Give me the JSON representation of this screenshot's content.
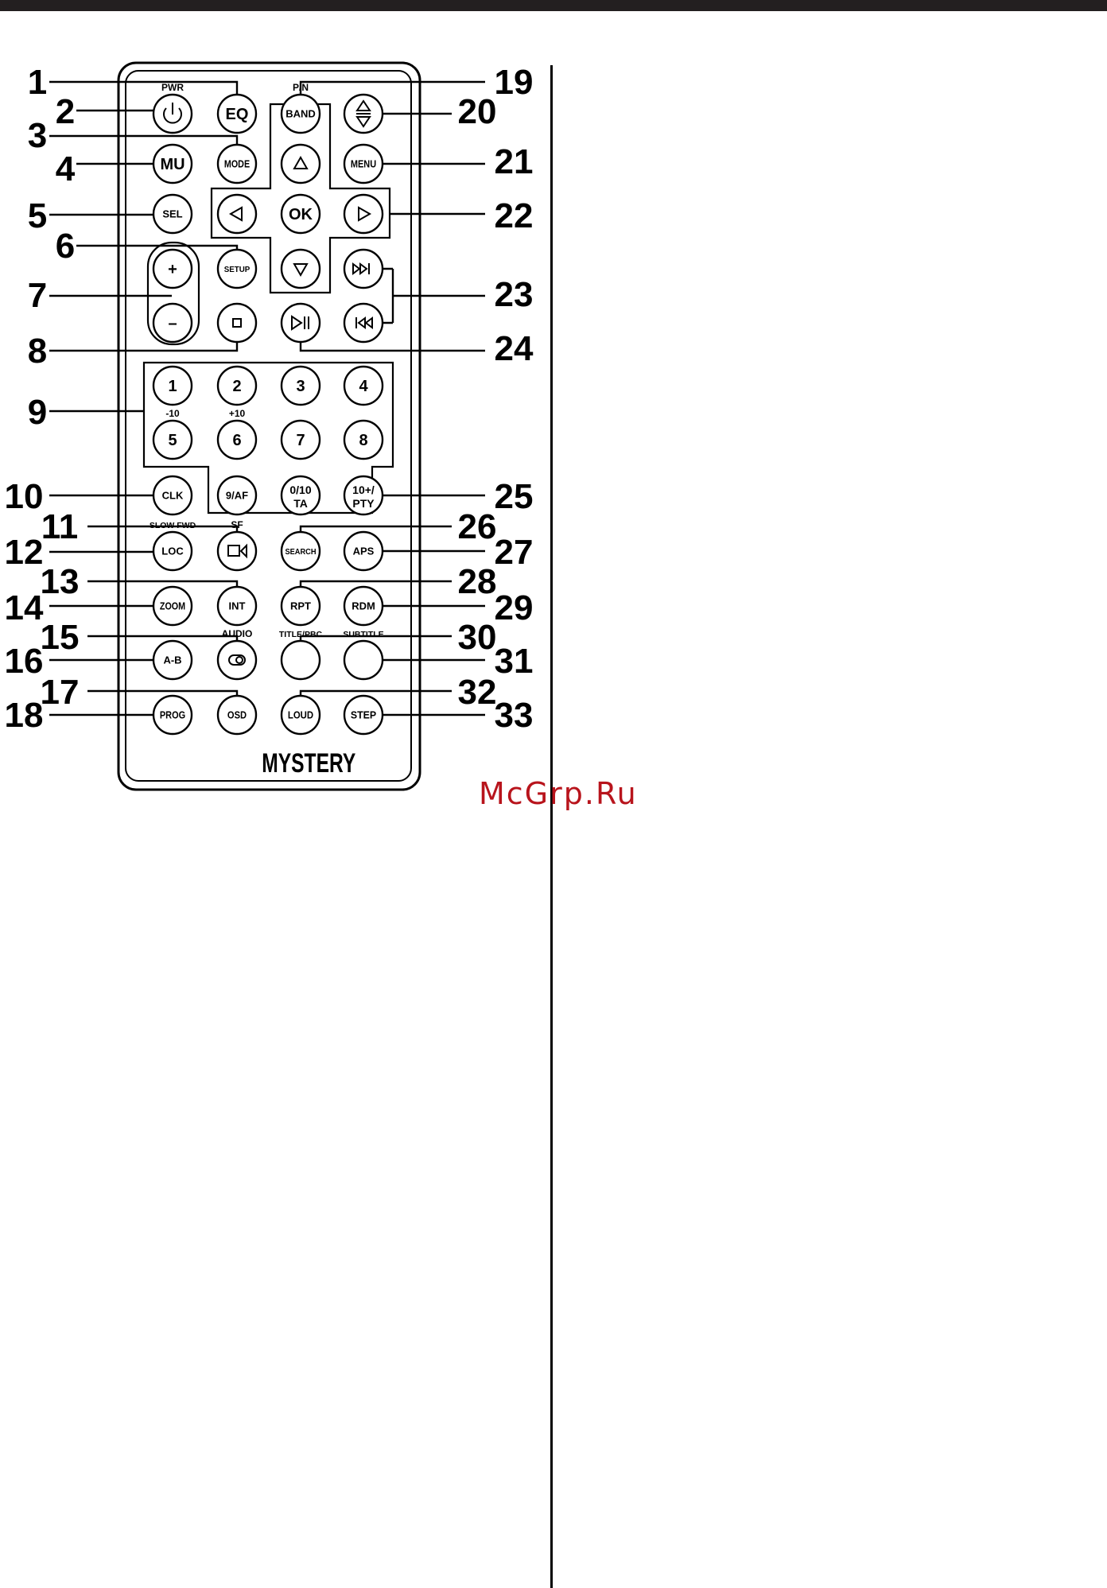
{
  "colors": {
    "line": "#000000",
    "topbar": "#231f20",
    "watermark": "#b8141c",
    "background": "#ffffff"
  },
  "brand": "MYSTERY",
  "watermark": "McGrp.Ru",
  "buttons": [
    {
      "id": "pwr",
      "label": "",
      "icon": "power-icon",
      "above": "PWR"
    },
    {
      "id": "eq",
      "label": "EQ"
    },
    {
      "id": "band",
      "label": "BAND",
      "above": "P/N"
    },
    {
      "id": "eject",
      "label": "",
      "icon": "eject-icon"
    },
    {
      "id": "mu",
      "label": "MU"
    },
    {
      "id": "mode",
      "label": "MODE"
    },
    {
      "id": "up",
      "label": "",
      "icon": "triangle-up-icon"
    },
    {
      "id": "menu",
      "label": "MENU"
    },
    {
      "id": "sel",
      "label": "SEL"
    },
    {
      "id": "left",
      "label": "",
      "icon": "triangle-left-icon"
    },
    {
      "id": "ok",
      "label": "OK"
    },
    {
      "id": "right",
      "label": "",
      "icon": "triangle-right-icon"
    },
    {
      "id": "vol-up",
      "label": "+"
    },
    {
      "id": "setup",
      "label": "SETUP"
    },
    {
      "id": "down",
      "label": "",
      "icon": "triangle-down-icon"
    },
    {
      "id": "next",
      "label": "",
      "icon": "next-track-icon"
    },
    {
      "id": "vol-down",
      "label": "–"
    },
    {
      "id": "stop",
      "label": "",
      "icon": "stop-icon"
    },
    {
      "id": "play-pause",
      "label": "",
      "icon": "play-pause-icon"
    },
    {
      "id": "prev",
      "label": "",
      "icon": "prev-track-icon"
    },
    {
      "id": "num1",
      "label": "1"
    },
    {
      "id": "num2",
      "label": "2"
    },
    {
      "id": "num3",
      "label": "3"
    },
    {
      "id": "num4",
      "label": "4"
    },
    {
      "id": "num5",
      "label": "5",
      "above": "-10"
    },
    {
      "id": "num6",
      "label": "6",
      "above": "+10"
    },
    {
      "id": "num7",
      "label": "7"
    },
    {
      "id": "num8",
      "label": "8"
    },
    {
      "id": "clk",
      "label": "CLK"
    },
    {
      "id": "af",
      "label": "9/AF"
    },
    {
      "id": "ta",
      "label": "0/10",
      "label2": "TA"
    },
    {
      "id": "pty",
      "label": "10+/",
      "label2": "PTY"
    },
    {
      "id": "loc",
      "label": "LOC",
      "above": "SLOW FWD"
    },
    {
      "id": "slow",
      "label": "",
      "icon": "slow-reverse-icon",
      "above": "SF"
    },
    {
      "id": "search",
      "label": "SEARCH"
    },
    {
      "id": "aps",
      "label": "APS"
    },
    {
      "id": "zoom",
      "label": "ZOOM"
    },
    {
      "id": "int",
      "label": "INT"
    },
    {
      "id": "rpt",
      "label": "RPT"
    },
    {
      "id": "rdm",
      "label": "RDM"
    },
    {
      "id": "ab",
      "label": "A-B"
    },
    {
      "id": "audio",
      "label": "",
      "icon": "audio-icon",
      "above": "AUDIO"
    },
    {
      "id": "title",
      "label": "",
      "above": "TITLE/PBC"
    },
    {
      "id": "subtitle",
      "label": "",
      "above": "SUBTITLE"
    },
    {
      "id": "prog",
      "label": "PROG"
    },
    {
      "id": "osd",
      "label": "OSD"
    },
    {
      "id": "loud",
      "label": "LOUD"
    },
    {
      "id": "step",
      "label": "STEP"
    }
  ],
  "callouts": [
    "1",
    "2",
    "3",
    "4",
    "5",
    "6",
    "7",
    "8",
    "9",
    "10",
    "11",
    "12",
    "13",
    "14",
    "15",
    "16",
    "17",
    "18",
    "19",
    "20",
    "21",
    "22",
    "23",
    "24",
    "25",
    "26",
    "27",
    "28",
    "29",
    "30",
    "31",
    "32",
    "33"
  ]
}
